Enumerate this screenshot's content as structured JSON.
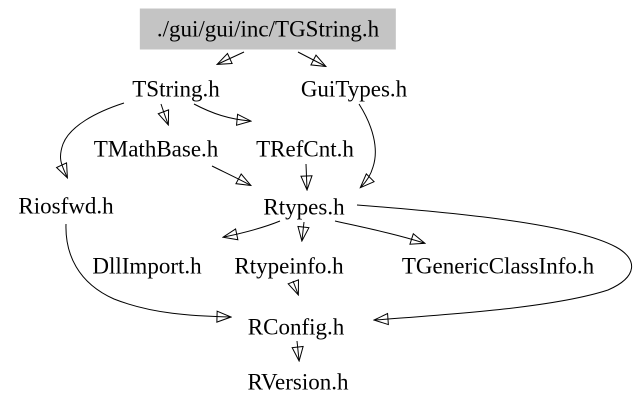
{
  "graph": {
    "kind": "include-dependency-graph",
    "root_label": "./gui/gui/inc/TGString.h",
    "colors": {
      "root_node_bg": "#c4c4c4",
      "edge": "#000000",
      "text": "#000000",
      "canvas": "#ffffff"
    },
    "nodes": [
      {
        "id": "tgstring",
        "label": "./gui/gui/inc/TGString.h",
        "highlighted": true
      },
      {
        "id": "tstring",
        "label": "TString.h",
        "highlighted": false
      },
      {
        "id": "guitypes",
        "label": "GuiTypes.h",
        "highlighted": false
      },
      {
        "id": "tmathbase",
        "label": "TMathBase.h",
        "highlighted": false
      },
      {
        "id": "trefcnt",
        "label": "TRefCnt.h",
        "highlighted": false
      },
      {
        "id": "riosfwd",
        "label": "Riosfwd.h",
        "highlighted": false
      },
      {
        "id": "rtypes",
        "label": "Rtypes.h",
        "highlighted": false
      },
      {
        "id": "dllimport",
        "label": "DllImport.h",
        "highlighted": false
      },
      {
        "id": "rtypeinfo",
        "label": "Rtypeinfo.h",
        "highlighted": false
      },
      {
        "id": "tgenericclassinfo",
        "label": "TGenericClassInfo.h",
        "highlighted": false
      },
      {
        "id": "rconfig",
        "label": "RConfig.h",
        "highlighted": false
      },
      {
        "id": "rversion",
        "label": "RVersion.h",
        "highlighted": false
      }
    ],
    "edges": [
      {
        "from": "./gui/gui/inc/TGString.h",
        "to": "TString.h"
      },
      {
        "from": "./gui/gui/inc/TGString.h",
        "to": "GuiTypes.h"
      },
      {
        "from": "TString.h",
        "to": "TMathBase.h"
      },
      {
        "from": "TString.h",
        "to": "TRefCnt.h"
      },
      {
        "from": "TString.h",
        "to": "Riosfwd.h"
      },
      {
        "from": "GuiTypes.h",
        "to": "Rtypes.h"
      },
      {
        "from": "TMathBase.h",
        "to": "Rtypes.h"
      },
      {
        "from": "TRefCnt.h",
        "to": "Rtypes.h"
      },
      {
        "from": "Rtypes.h",
        "to": "DllImport.h"
      },
      {
        "from": "Rtypes.h",
        "to": "Rtypeinfo.h"
      },
      {
        "from": "Rtypes.h",
        "to": "TGenericClassInfo.h"
      },
      {
        "from": "Rtypes.h",
        "to": "RConfig.h"
      },
      {
        "from": "Riosfwd.h",
        "to": "RConfig.h"
      },
      {
        "from": "Rtypeinfo.h",
        "to": "RConfig.h"
      },
      {
        "from": "RConfig.h",
        "to": "RVersion.h"
      }
    ]
  }
}
